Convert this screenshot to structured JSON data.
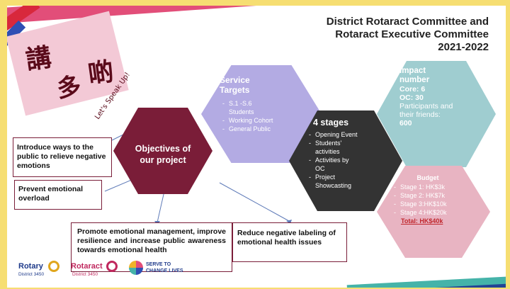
{
  "header": {
    "line1": "District Rotaract Committee and",
    "line2": "Rotaract Executive Committee",
    "line3": "2021-2022"
  },
  "logo": {
    "cjk1": "講",
    "cjk2": "多",
    "cjk3": "啲",
    "tagline": "Let's Speak Up!"
  },
  "objectives": {
    "title": "Objectives of our project"
  },
  "service_targets": {
    "title": "Service Targets",
    "items": [
      "S.1 -S.6 Students",
      "Working Cohort",
      "General Public"
    ]
  },
  "stages": {
    "title": "4 stages",
    "items": [
      "Opening Event",
      "Students' activities",
      "Activities by OC",
      "Project Showcasting"
    ]
  },
  "impact": {
    "title": "Impact number",
    "core": "Core: 6",
    "oc": "OC: 30",
    "participants": "Participants and their friends:",
    "participants_value": "600"
  },
  "budget": {
    "title": "Budget",
    "items": [
      "Stage 1: HK$3k",
      "Stage 2: HK$7k",
      "Stage 3:HK$10k",
      "Stage 4:HK$20k"
    ],
    "total": "Total: HK$40k"
  },
  "boxes": {
    "box1": "Introduce ways to the public to relieve negative emotions",
    "box2": "Prevent emotional overload",
    "box3": "Promote emotional management, improve resilience and increase public awareness towards emotional health",
    "box4": "Reduce negative labeling of emotional health issues"
  },
  "footer": {
    "rotary": "Rotary",
    "rotary_district": "District 3450",
    "rotaract": "Rotaract",
    "rotaract_district": "District 3450",
    "serve1": "SERVE TO",
    "serve2": "CHANGE LIVES"
  },
  "colors": {
    "frame": "#f6de72",
    "objectives_hex": "#7a1d38",
    "service_hex": "#b3abe3",
    "stages_hex": "#333333",
    "impact_hex": "#9fcdd0",
    "budget_hex": "#e8b4c2",
    "accent_red": "#c0262c"
  }
}
